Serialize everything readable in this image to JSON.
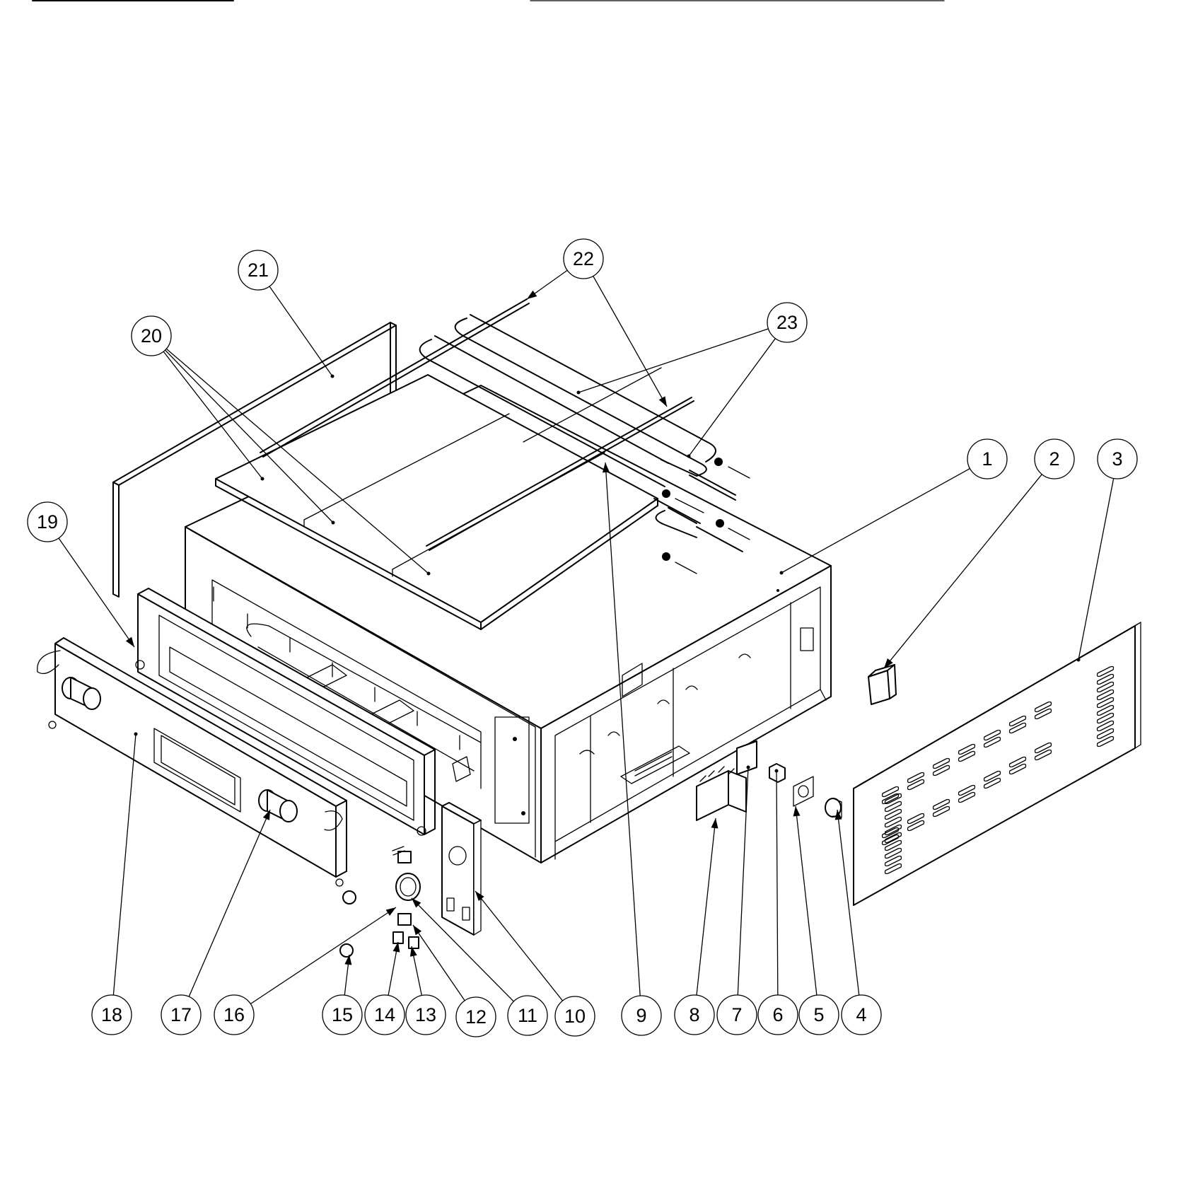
{
  "diagram": {
    "callouts": [
      {
        "id": "1",
        "label": "1"
      },
      {
        "id": "2",
        "label": "2"
      },
      {
        "id": "3",
        "label": "3"
      },
      {
        "id": "4",
        "label": "4"
      },
      {
        "id": "5",
        "label": "5"
      },
      {
        "id": "6",
        "label": "6"
      },
      {
        "id": "7",
        "label": "7"
      },
      {
        "id": "8",
        "label": "8"
      },
      {
        "id": "9",
        "label": "9"
      },
      {
        "id": "10",
        "label": "10"
      },
      {
        "id": "11",
        "label": "11"
      },
      {
        "id": "12",
        "label": "12"
      },
      {
        "id": "13",
        "label": "13"
      },
      {
        "id": "14",
        "label": "14"
      },
      {
        "id": "15",
        "label": "15"
      },
      {
        "id": "16",
        "label": "16"
      },
      {
        "id": "17",
        "label": "17"
      },
      {
        "id": "18",
        "label": "18"
      },
      {
        "id": "19",
        "label": "19"
      },
      {
        "id": "20",
        "label": "20"
      },
      {
        "id": "21",
        "label": "21"
      },
      {
        "id": "22",
        "label": "22"
      },
      {
        "id": "23",
        "label": "23"
      }
    ]
  }
}
